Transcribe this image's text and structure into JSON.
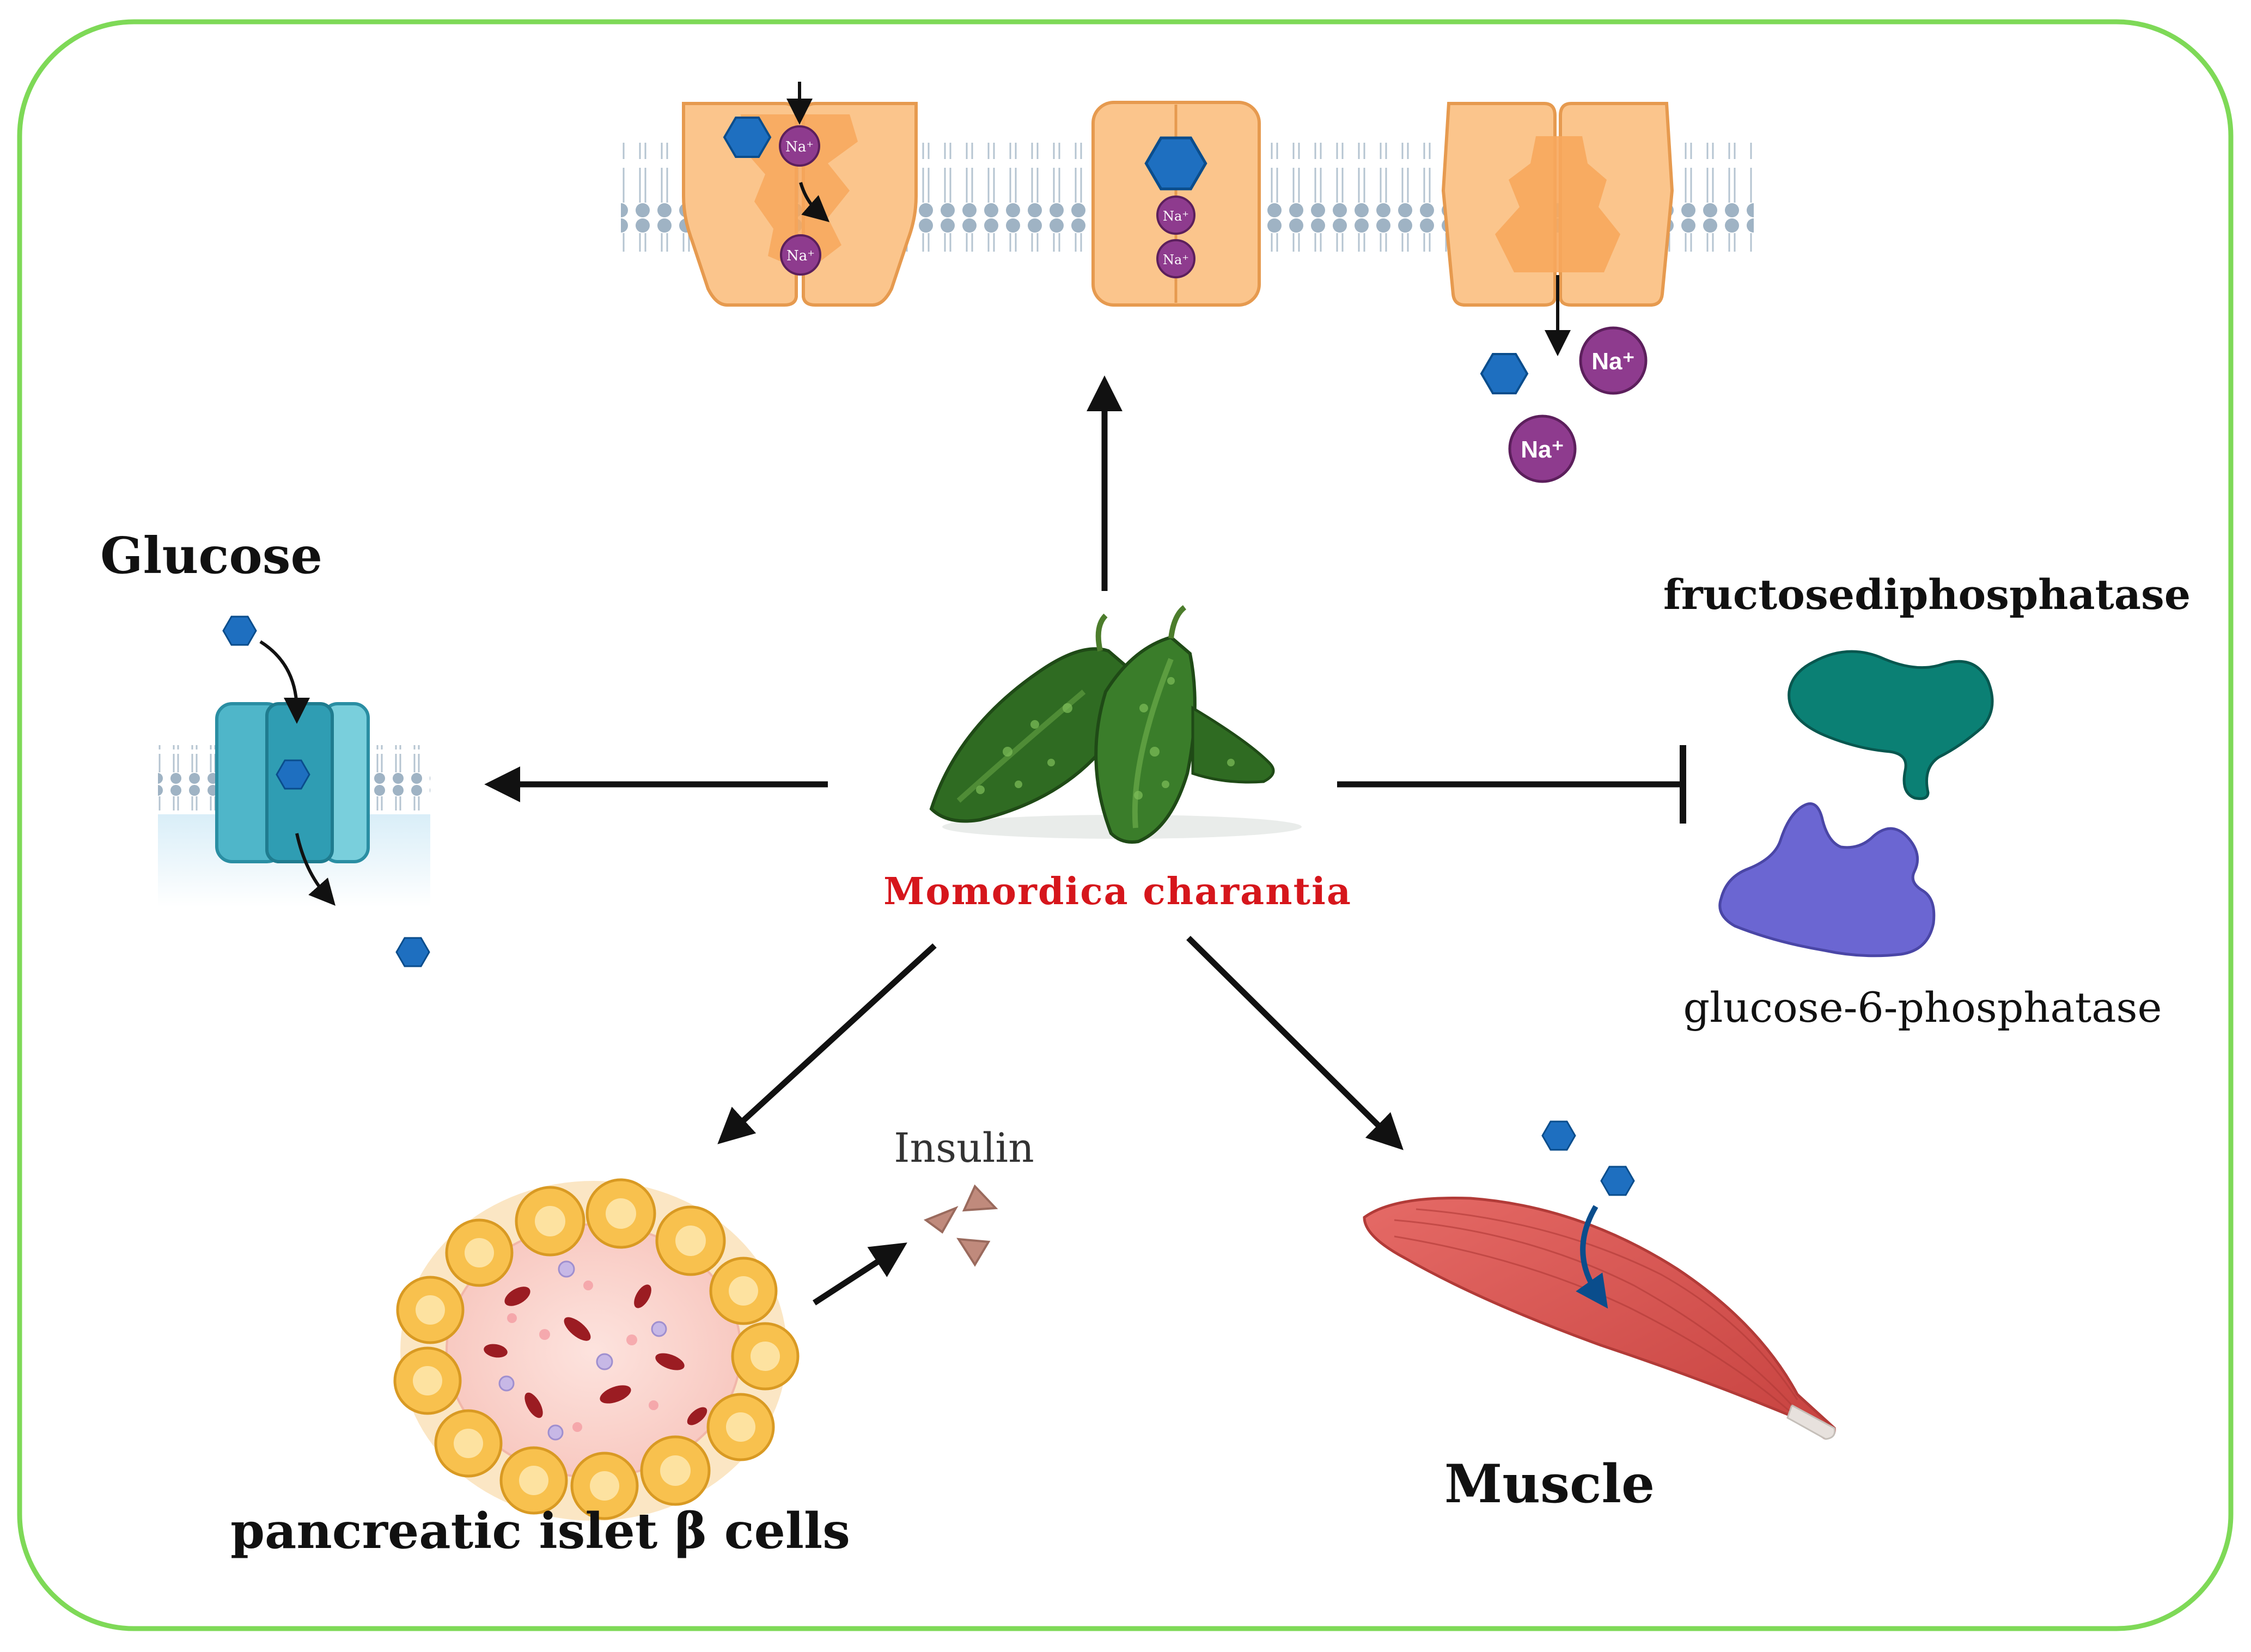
{
  "labels": {
    "glucose": "Glucose",
    "plant_name": "Momordica charantia",
    "enzyme_1": "fructosediphosphatase",
    "enzyme_2": "glucose-6-phosphatase",
    "insulin": "Insulin",
    "islet_cells": "pancreatic islet β cells",
    "muscle": "Muscle",
    "sodium_ion": "Na⁺"
  },
  "colors": {
    "frame_border": "#7ed957",
    "glucose_hexagon": "#1e6fc0",
    "sodium_ion": "#8e3b8e",
    "transporter_fill": "#fbc58c",
    "transporter_stroke": "#e69a4f",
    "glut_fill": "#4fb6c9",
    "membrane_head": "#9fb3c4",
    "enzyme_1": "#0b8074",
    "enzyme_2": "#6b66d2",
    "plant_green": "#2f6b22",
    "plant_label": "#d6161c",
    "muscle_red": "#d6524f",
    "insulin_granule": "#c08a7c",
    "arrow": "#111111"
  },
  "icons": {
    "glucose": "hexagon-icon",
    "sodium": "circle-ion-icon",
    "inhibition": "t-bar-inhibit-icon"
  }
}
